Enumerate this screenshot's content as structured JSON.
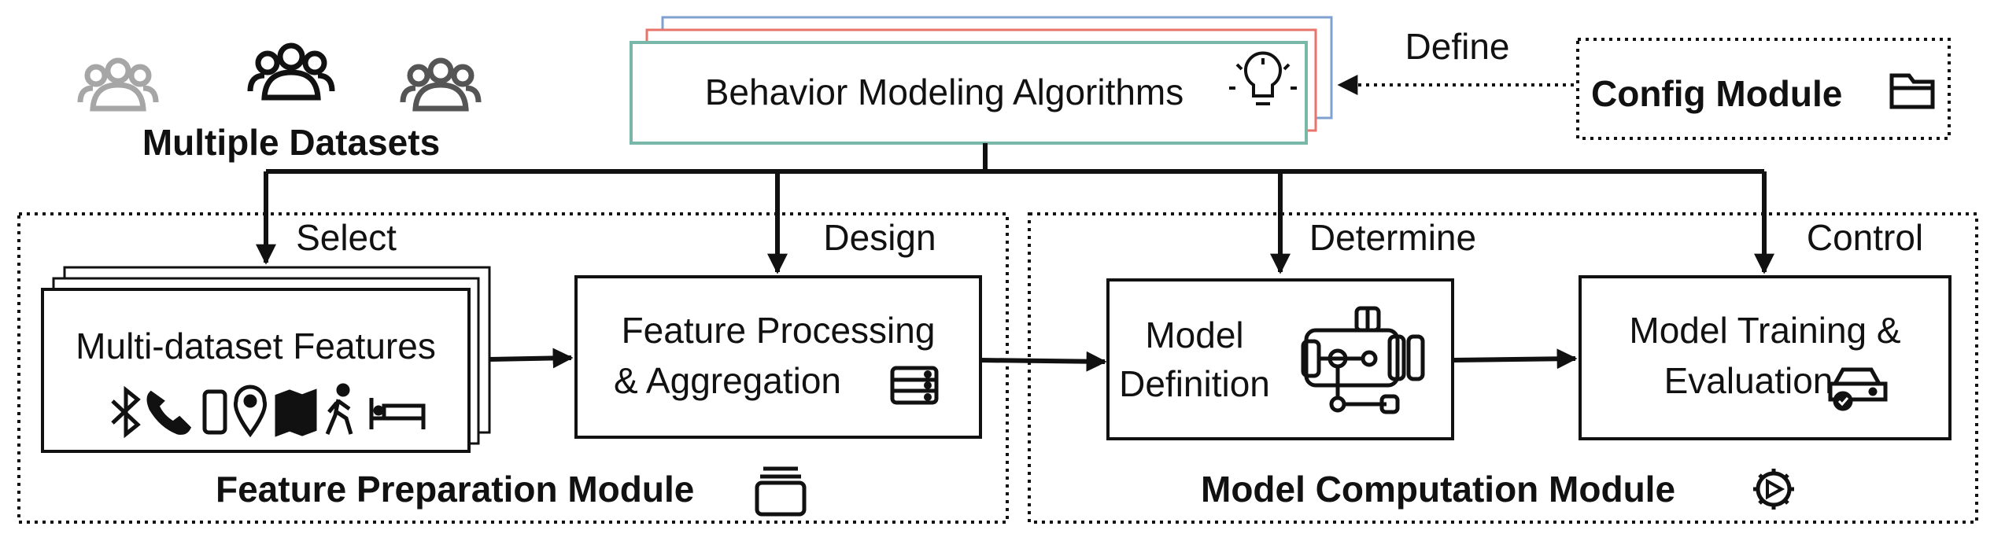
{
  "datasets": {
    "title": "Multiple Datasets",
    "people_icons": [
      "users-icon-light",
      "users-icon-dark",
      "users-icon-medium"
    ],
    "colors": [
      "#a6a6a6",
      "#111111",
      "#555555"
    ]
  },
  "algorithms": {
    "label": "Behavior Modeling Algorithms",
    "icon": "lightbulb-icon",
    "stack_colors": [
      "#79b8a8",
      "#e8746c",
      "#7fa1cf"
    ]
  },
  "config": {
    "define_label": "Define",
    "label": "Config Module",
    "icon": "folder-icon"
  },
  "edges": {
    "select": "Select",
    "design": "Design",
    "determine": "Determine",
    "control": "Control"
  },
  "feature_prep": {
    "module_label": "Feature Preparation Module",
    "module_icon": "stack-icon",
    "features_box": {
      "label": "Multi-dataset Features",
      "icons": [
        "bluetooth-icon",
        "phone-icon",
        "smartphone-icon",
        "location-pin-icon",
        "map-icon",
        "walking-icon",
        "bed-icon"
      ]
    },
    "processing_box": {
      "line1": "Feature Processing",
      "line2": "& Aggregation",
      "icon": "server-icon"
    }
  },
  "model_comp": {
    "module_label": "Model Computation Module",
    "module_icon": "gear-play-icon",
    "definition_box": {
      "line1": "Model",
      "line2": "Definition",
      "icon": "circuit-diagram-icon"
    },
    "training_box": {
      "line1": "Model Training &",
      "line2": "Evaluation",
      "icon": "car-check-icon"
    }
  }
}
